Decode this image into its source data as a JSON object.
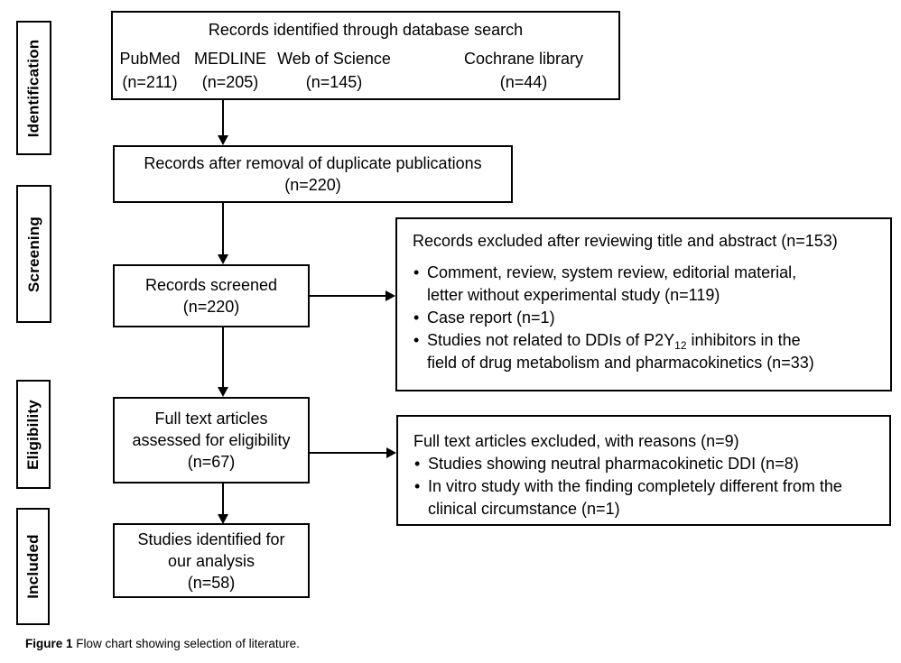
{
  "colors": {
    "ink": "#000000",
    "paper": "#ffffff"
  },
  "sidebar": {
    "stages": [
      {
        "label": "Identification"
      },
      {
        "label": "Screening"
      },
      {
        "label": "Eligibility"
      },
      {
        "label": "Included"
      }
    ]
  },
  "flow": {
    "identified": {
      "title": "Records identified through database search",
      "sources": [
        {
          "name": "PubMed",
          "count": "(n=211)"
        },
        {
          "name": "MEDLINE",
          "count": "(n=205)"
        },
        {
          "name": "Web of Science",
          "count": "(n=145)"
        },
        {
          "name": "Cochrane library",
          "count": "(n=44)"
        }
      ]
    },
    "dedup": {
      "line1": "Records after removal of duplicate publications",
      "line2": "(n=220)"
    },
    "screened": {
      "line1": "Records screened",
      "line2": "(n=220)"
    },
    "eligibility": {
      "line1": "Full text articles",
      "line2": "assessed for eligibility",
      "line3": "(n=67)"
    },
    "included": {
      "line1": "Studies identified for",
      "line2": "our analysis",
      "line3": "(n=58)"
    },
    "excluded_screening": {
      "header": "Records excluded after reviewing title and abstract (n=153)",
      "bullet1": "Comment, review, system review, editorial material, letter without experimental study (n=119)",
      "bullet2": "Case report (n=1)",
      "bullet3_pre": "Studies not related to DDIs of P2Y",
      "bullet3_sub": "12",
      "bullet3_post": " inhibitors in the field of drug metabolism and pharmacokinetics (n=33)"
    },
    "excluded_eligibility": {
      "header": "Full text articles excluded, with reasons (n=9)",
      "bullet1": "Studies showing neutral pharmacokinetic DDI (n=8)",
      "bullet2": "In vitro study with the finding completely different from the clinical circumstance (n=1)"
    }
  },
  "caption": {
    "label": "Figure 1",
    "text": " Flow chart showing selection of literature."
  }
}
